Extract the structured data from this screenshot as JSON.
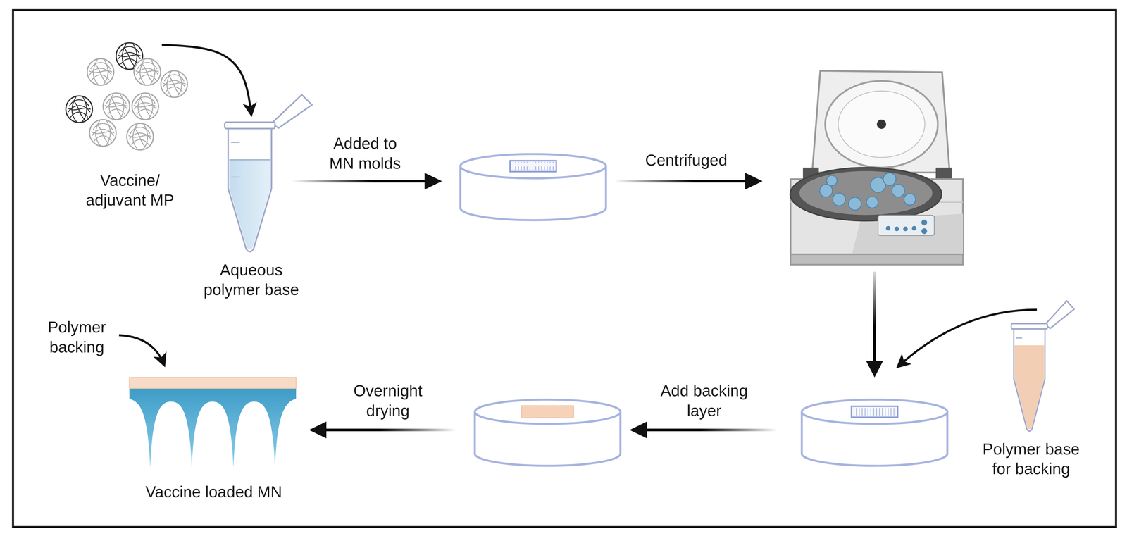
{
  "diagram": {
    "nodes": [
      {
        "text": [
          "Vaccine/ adjuvant MP"
        ]
      },
      {
        "text": [
          "Aqueous polymer base"
        ]
      },
      {
        "text": [
          "Polymer base for backing"
        ]
      },
      {
        "text": [
          "Vaccine loaded MN"
        ]
      }
    ],
    "edges": [
      {
        "from": 0,
        "to": 1,
        "arrow": "to"
      }
    ],
    "labels": [
      "Added to MN molds",
      "Centrifuged",
      "Add backing layer",
      "Overnight drying",
      "Polymer backing"
    ]
  }
}
